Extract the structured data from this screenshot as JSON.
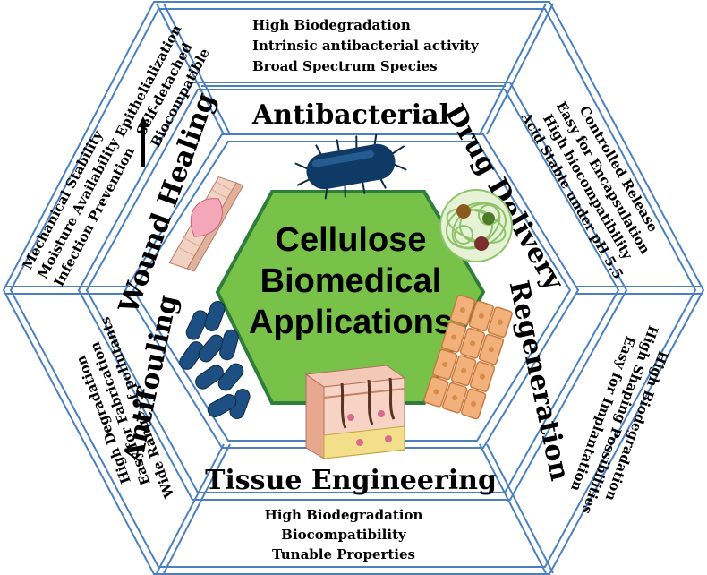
{
  "center": {
    "lines": [
      "Cellulose",
      "Biomedical",
      "Applications"
    ],
    "fill_color": "#78c24a",
    "border_color": "#2f7d3a"
  },
  "frame_color": "#4a7fc0",
  "segments": {
    "antibacterial": {
      "label": "Antibacterial",
      "properties": [
        "High Biodegradation",
        "Intrinsic antibacterial activity",
        "Broad Spectrum Species"
      ],
      "icon": "rod-bacterium-icon"
    },
    "drug_delivery": {
      "label": "Drug Delivery",
      "properties": [
        "Controlled Release",
        "Easy for Encapsulation",
        "High biocompatibility",
        "Acid Stable under pH 5.5"
      ],
      "icon": "nanoparticle-carrier-icon"
    },
    "regeneration": {
      "label": "Regeneration",
      "properties": [
        "High Biodegradation",
        "High Shaping Possibilities",
        "Easy for Implantation"
      ],
      "icon": "cell-columns-icon"
    },
    "tissue_engineering": {
      "label": "Tissue Engineering",
      "properties": [
        "High Biodegradation",
        "Biocompatibility",
        "Tunable Properties"
      ],
      "icon": "skin-cross-section-icon"
    },
    "antifouling": {
      "label": "Antifouling",
      "properties": [
        "High Degradation",
        "Easy for Fabrication",
        "Wide Range of pollutants"
      ],
      "icon": "bacteria-cluster-icon"
    },
    "wound_healing": {
      "label": "Wound Healing",
      "properties_left": [
        "Mechanical Stability",
        "Moisture Availability",
        "Infection Prevention"
      ],
      "properties_right": [
        "Epithelialization",
        "Self-detached",
        "Biocompatible"
      ],
      "icon": "skin-graft-icon"
    }
  }
}
